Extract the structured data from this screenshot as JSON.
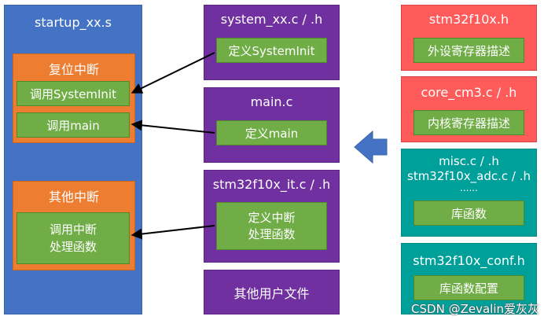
{
  "left": {
    "title": "startup_xx.s",
    "reset": {
      "title": "复位中断",
      "call_init": "调用SystemInit",
      "call_main": "调用main"
    },
    "other": {
      "title": "其他中断",
      "line1": "调用中断",
      "line2": "处理函数"
    }
  },
  "middle": {
    "system": {
      "title": "system_xx.c / .h",
      "item": "定义SystemInit"
    },
    "main": {
      "title": "main.c",
      "item": "定义main"
    },
    "it": {
      "title": "stm32f10x_it.c / .h",
      "line1": "定义中断",
      "line2": "处理函数"
    },
    "other": {
      "title": "其他用户文件"
    }
  },
  "right": {
    "stm32f10x": {
      "title": "stm32f10x.h",
      "item": "外设寄存器描述"
    },
    "core": {
      "title": "core_cm3.c / .h",
      "item": "内核寄存器描述"
    },
    "lib": {
      "line1": "misc.c / .h",
      "line2": "stm32f10x_adc.c / .h",
      "line3": "......",
      "item": "库函数"
    },
    "conf": {
      "title": "stm32f10x_conf.h",
      "item": "库函数配置"
    }
  },
  "watermark": "CSDN @Zevalin爱灰灰",
  "colors": {
    "blue": "#4472c4",
    "orange": "#ed7d31",
    "green": "#70ad47",
    "purple": "#7030a0",
    "red": "#ff5b5b",
    "teal": "#00a09a",
    "arrow": "#4472c4"
  }
}
